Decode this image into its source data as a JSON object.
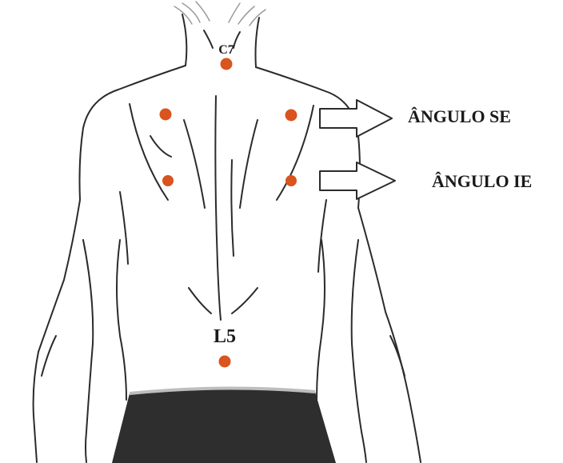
{
  "diagram": {
    "marker_color": "#d9541e",
    "skin_outline_color": "#2b2b2b",
    "waistband_color": "#2e2e2e",
    "points": {
      "c7": "C7",
      "l5": "L5"
    },
    "arrows": {
      "upper": "ÂNGULO SE",
      "lower": "ÂNGULO IE"
    }
  }
}
